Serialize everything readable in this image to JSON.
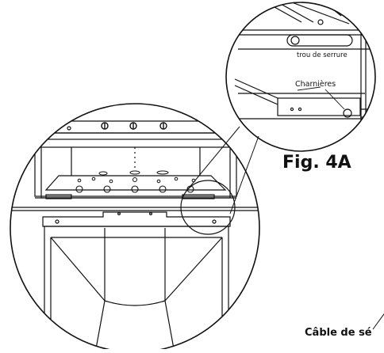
{
  "figure": {
    "fig_label": "Fig. 4A",
    "labels": {
      "lock_hole": "trou de serrure",
      "hinges": "Charnières",
      "cable": "Câble de sé"
    },
    "colors": {
      "line": "#111111",
      "background": "#ffffff"
    }
  }
}
